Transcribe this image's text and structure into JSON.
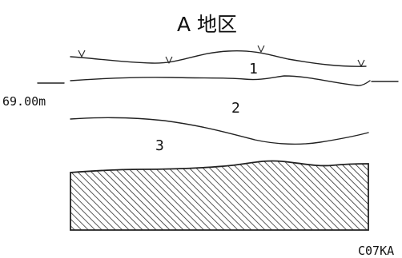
{
  "title": "A 地区",
  "elevation_label": "69.00m",
  "layer_labels": [
    "1",
    "2",
    "3"
  ],
  "figure_code": "C07KA",
  "bedrock_pattern": "diagonal-hatch",
  "colors": {
    "ink": "#222222",
    "background": "#ffffff"
  }
}
